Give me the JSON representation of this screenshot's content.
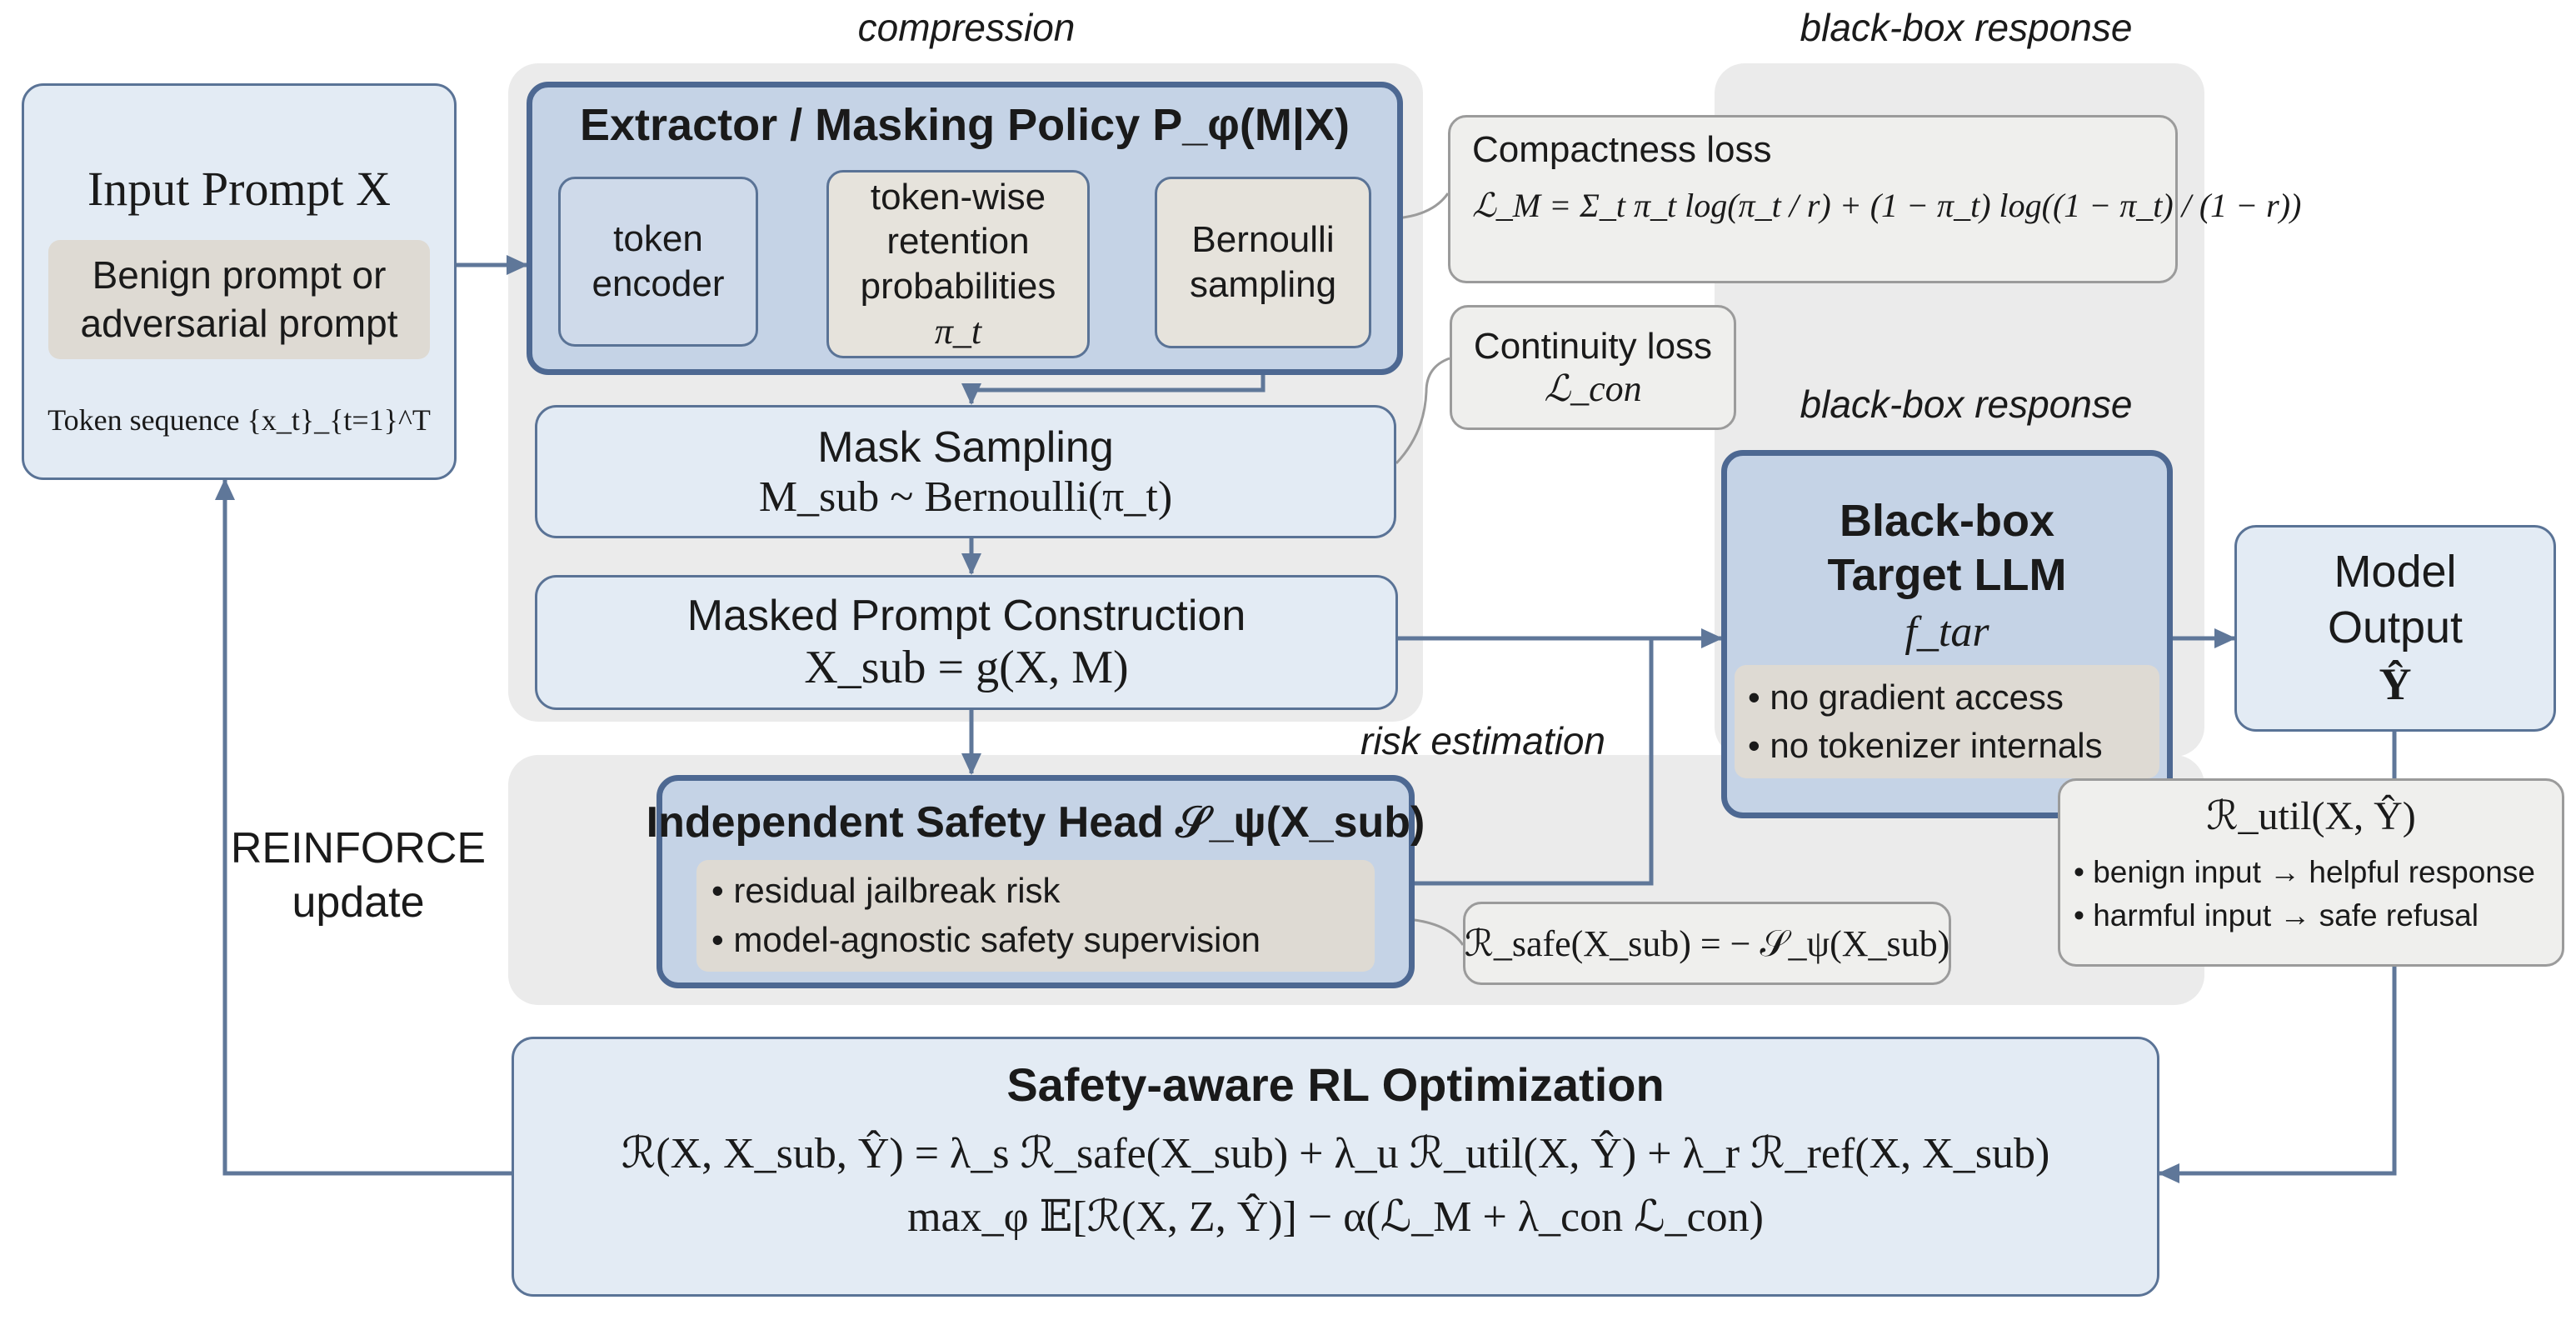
{
  "section_labels": {
    "compression": "compression",
    "blackbox_top": "black-box response",
    "blackbox_mid": "black-box response",
    "risk": "risk estimation"
  },
  "input": {
    "title": "Input Prompt X",
    "subtitle_line1": "Benign prompt or",
    "subtitle_line2": "adversarial prompt",
    "token_seq": "Token sequence {x_t}_{t=1}^T"
  },
  "extractor": {
    "title": "Extractor / Masking Policy P_φ(M|X)",
    "token_encoder": [
      "token",
      "encoder"
    ],
    "retention": [
      "token-wise",
      "retention",
      "probabilities",
      "π_t"
    ],
    "bernoulli": [
      "Bernoulli",
      "sampling"
    ]
  },
  "compactness": {
    "title": "Compactness loss",
    "formula": "ℒ_M = Σ_t π_t log(π_t / r) + (1 − π_t) log((1 − π_t) / (1 − r))"
  },
  "continuity": {
    "title": "Continuity loss",
    "formula": "ℒ_con"
  },
  "mask_sampling": {
    "title": "Mask Sampling",
    "formula": "M_sub ~ Bernoulli(π_t)"
  },
  "masked_prompt": {
    "title": "Masked Prompt Construction",
    "formula": "X_sub = g(X, M)"
  },
  "target_llm": {
    "title_line1": "Black-box",
    "title_line2": "Target LLM",
    "symbol": "f_tar",
    "bullets": [
      "• no gradient access",
      "• no tokenizer internals"
    ]
  },
  "model_output": {
    "line1": "Model",
    "line2": "Output",
    "symbol": "Ŷ"
  },
  "util_reward": {
    "formula": "ℛ_util(X, Ŷ)",
    "bullets": [
      "• benign input → helpful response",
      "• harmful input → safe refusal"
    ]
  },
  "safety_head": {
    "title": "Independent Safety Head 𝒮_ψ(X_sub)",
    "bullets": [
      "• residual jailbreak risk",
      "• model-agnostic safety supervision"
    ]
  },
  "safe_reward": {
    "formula": "ℛ_safe(X_sub) = − 𝒮_ψ(X_sub)"
  },
  "reinforce": {
    "line1": "REINFORCE",
    "line2": "update"
  },
  "rl": {
    "title": "Safety-aware RL Optimization",
    "formula1": "ℛ(X, X_sub, Ŷ) = λ_s ℛ_safe(X_sub) + λ_u ℛ_util(X, Ŷ) + λ_r ℛ_ref(X, X_sub)",
    "formula2": "max_φ 𝔼[ℛ(X, Z, Ŷ)] − α(ℒ_M + λ_con ℒ_con)"
  },
  "colors": {
    "box_border": "#5a7396",
    "box_fill": "#e3ebf4",
    "strong_fill": "#c5d3e6",
    "region_fill": "#ebebeb",
    "arrow": "#5f7799"
  }
}
